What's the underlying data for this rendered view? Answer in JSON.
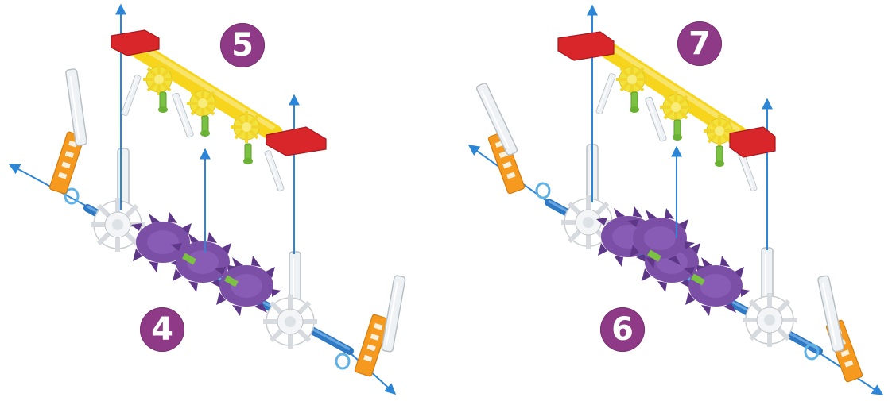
{
  "steps": [
    {
      "id": "badge-5",
      "number": "5"
    },
    {
      "id": "badge-4",
      "number": "4"
    },
    {
      "id": "badge-7",
      "number": "7"
    },
    {
      "id": "badge-6",
      "number": "6"
    }
  ],
  "colors": {
    "arrow": "#2c86d8",
    "badge": "#8e3a86",
    "red_connector": "#d8262b",
    "yellow_rod": "#f6d51c",
    "yellow_gear": "#f3e23a",
    "green_pin": "#7cc242",
    "purple_gear": "#7b4fa6",
    "blue_rod": "#2f78c4",
    "orange_connector": "#f59a1f",
    "white_gear": "#ececec",
    "clear_rod": "#dfe6ea"
  },
  "icons": [
    "assembly-arrow-icon",
    "step-badge-icon"
  ]
}
